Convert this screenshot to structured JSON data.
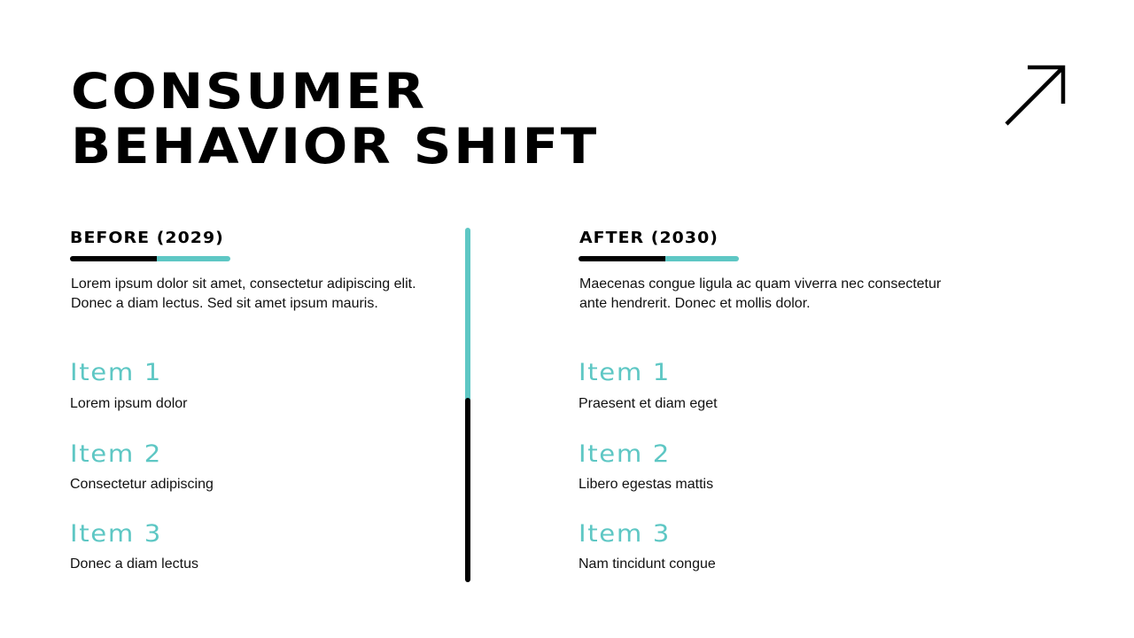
{
  "slide": {
    "title_line1": "CONSUMER",
    "title_line2": "BEHAVIOR SHIFT",
    "icon": "arrow-up-right-icon",
    "colors": {
      "accent": "#5EC7C4",
      "text": "#000000",
      "background": "#FFFFFF"
    }
  },
  "columns": [
    {
      "header": "BEFORE (2029)",
      "description": "Lorem ipsum dolor sit amet, consectetur adipiscing elit. Donec a diam lectus. Sed sit amet ipsum mauris.",
      "items": [
        {
          "title": "Item 1",
          "text": "Lorem ipsum dolor"
        },
        {
          "title": "Item 2",
          "text": "Consectetur adipiscing"
        },
        {
          "title": "Item 3",
          "text": "Donec a diam lectus"
        }
      ]
    },
    {
      "header": "AFTER (2030)",
      "description": "Maecenas congue ligula ac quam viverra nec consectetur ante hendrerit. Donec et mollis dolor.",
      "items": [
        {
          "title": "Item 1",
          "text": "Praesent et diam eget"
        },
        {
          "title": "Item 2",
          "text": "Libero egestas mattis"
        },
        {
          "title": "Item 3",
          "text": "Nam tincidunt congue"
        }
      ]
    }
  ]
}
